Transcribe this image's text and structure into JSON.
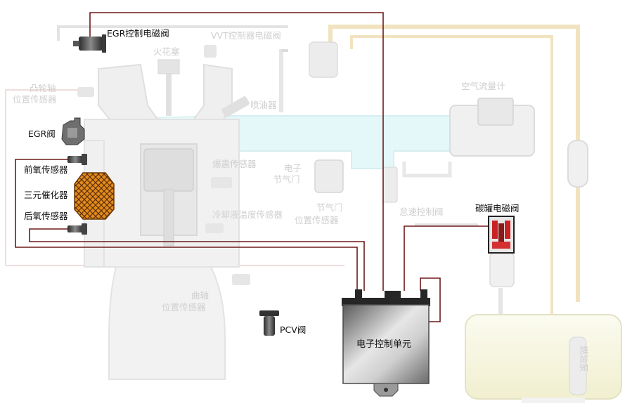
{
  "labels": {
    "egr_solenoid": "EGR控制电磁阀",
    "egr_valve": "EGR阀",
    "front_o2": "前氧传感器",
    "catalyst": "三元催化器",
    "rear_o2": "后氧传感器",
    "pcv_valve": "PCV阀",
    "ecu": "电子控制单元",
    "canister_solenoid": "碳罐电磁阀",
    "vvt_solenoid": "VVT控制器电磁阀",
    "spark_plug": "火花塞",
    "cam_sensor_line1": "凸轮轴",
    "cam_sensor_line2": "位置传感器",
    "injector": "喷油器",
    "air_flow_meter": "空气流量计",
    "knock_sensor": "爆震传感器",
    "throttle_line1": "电子",
    "throttle_line2": "节气门",
    "tps_line1": "节气门",
    "tps_line2": "位置传感器",
    "idle_valve": "怠速控制阀",
    "coolant_sensor": "冷却液温度传感器",
    "crank_sensor_line1": "曲轴",
    "crank_sensor_line2": "位置传感器",
    "fuel_pump": "燃油泵"
  },
  "colors": {
    "wire": "#6e1a1a",
    "background_parts": "#ececec",
    "faint_label": "#cfcfcf",
    "intake_air": "#e4f8fa",
    "fuel_line": "#f3e6c4",
    "fuel_tank": "#f6f4d6",
    "catalyst": "#e08a1e",
    "canister_valve": "#c82222",
    "ecu_body": "#8a8a8a"
  }
}
